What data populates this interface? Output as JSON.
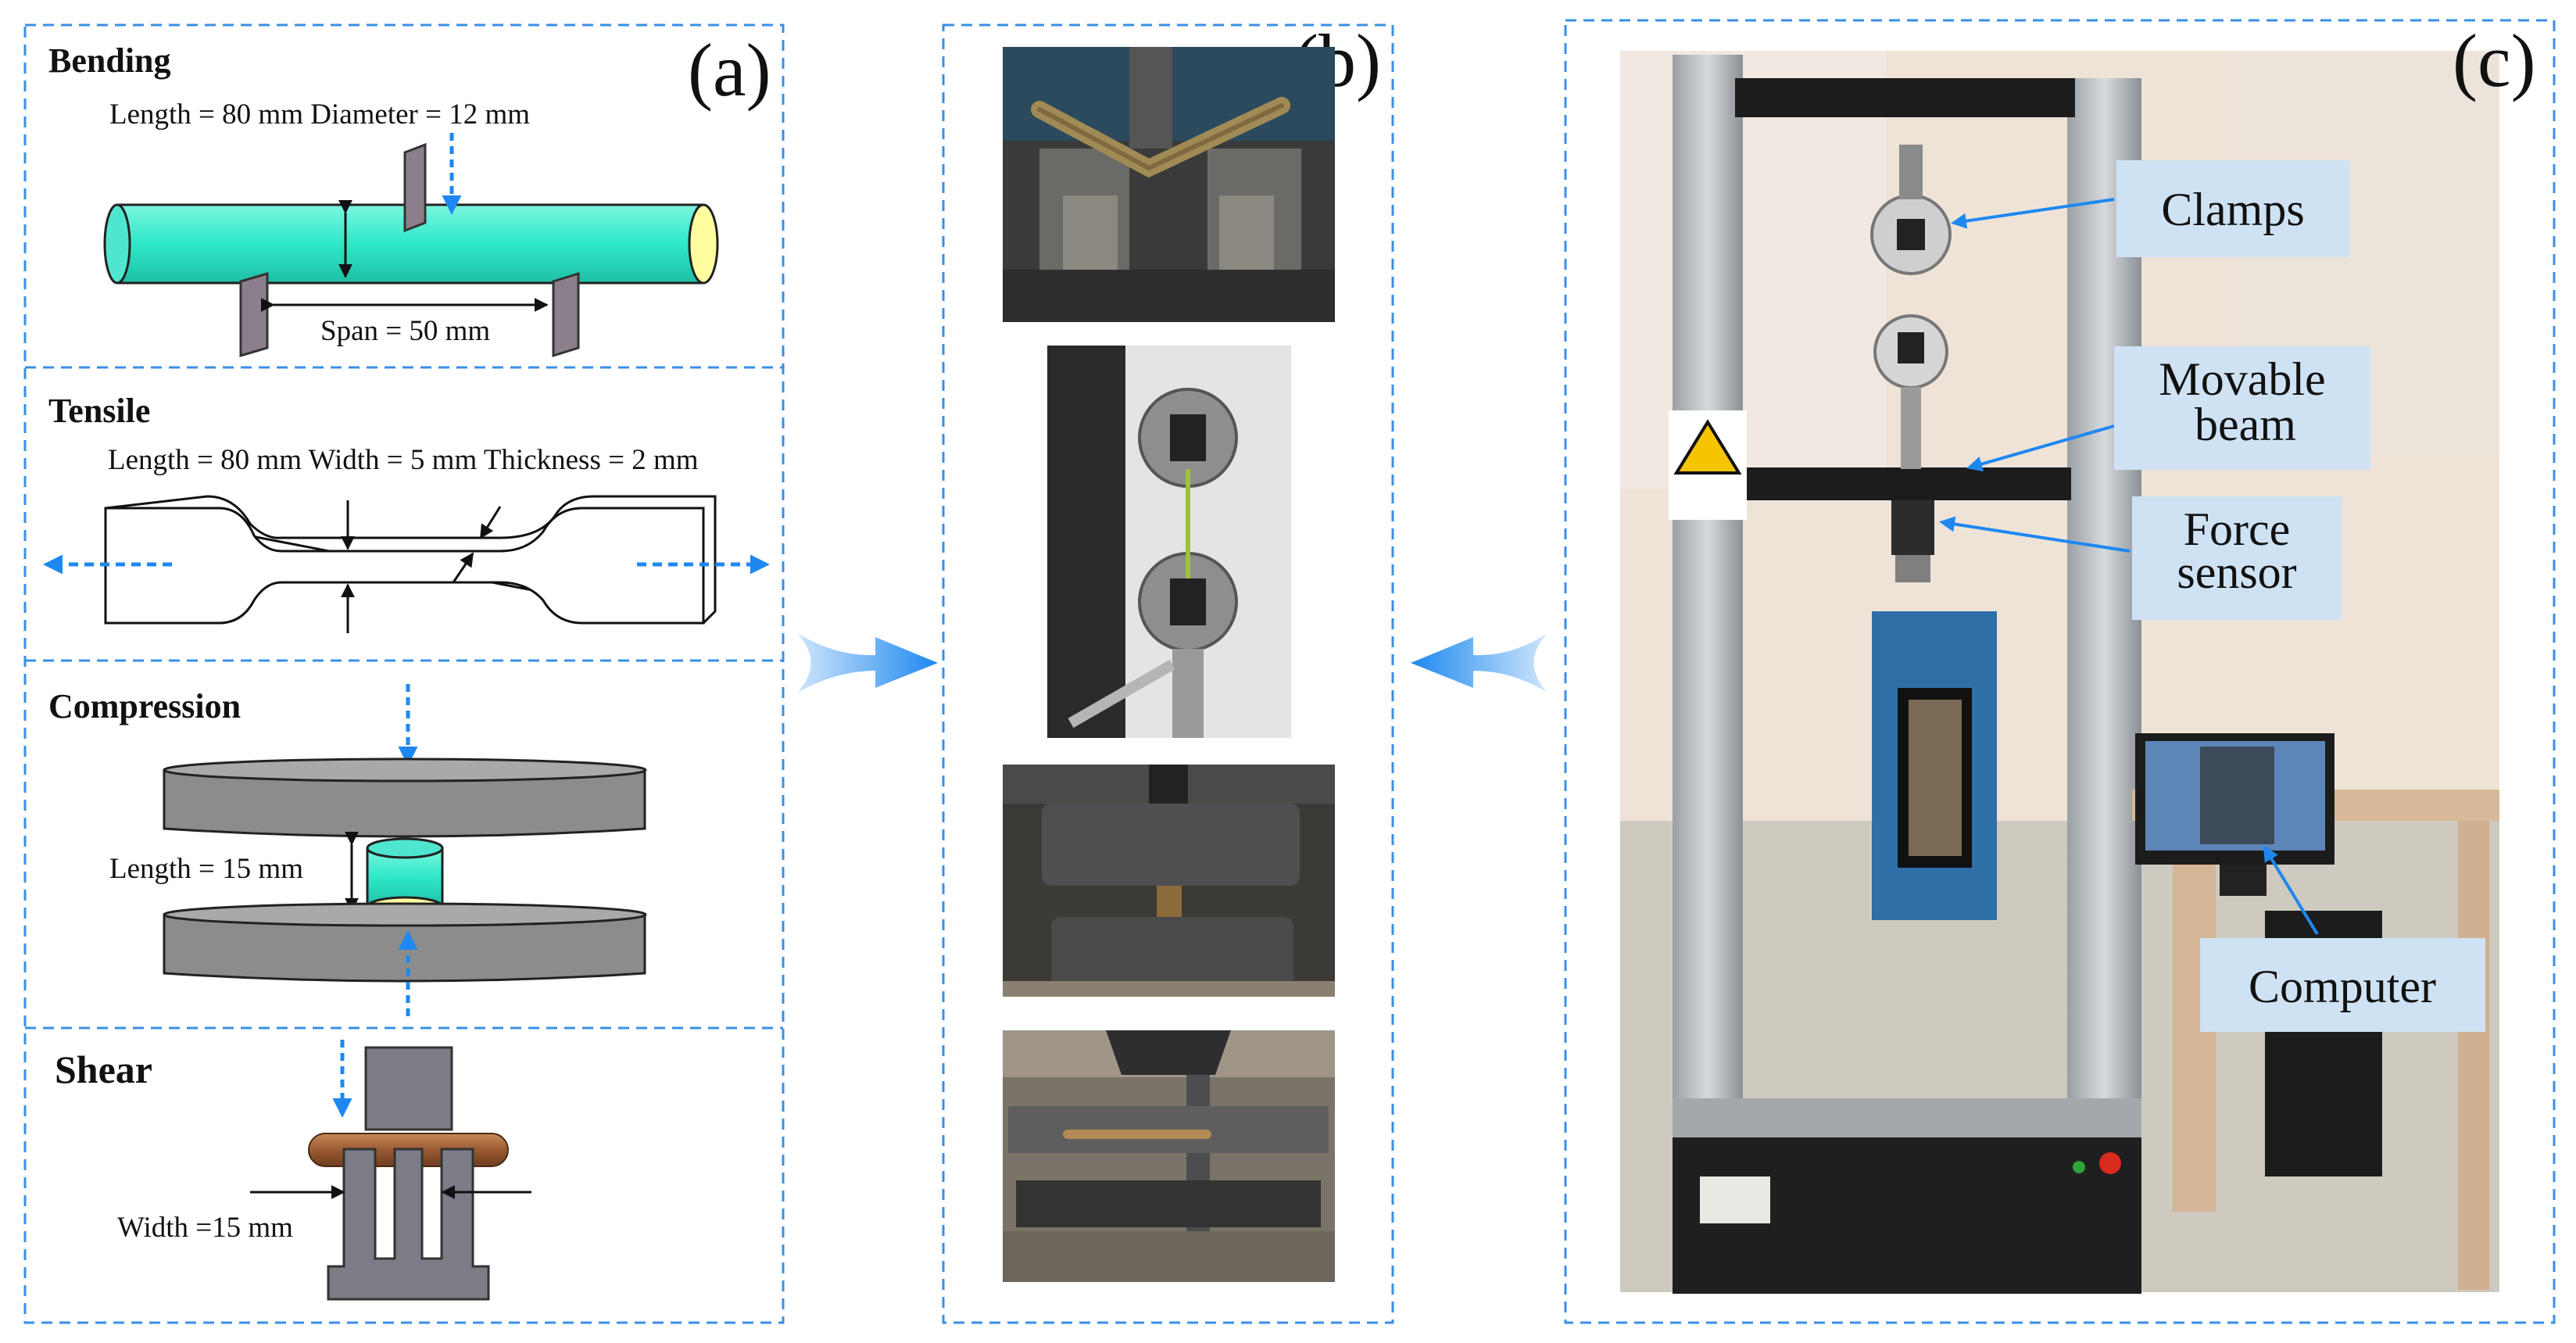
{
  "panels": {
    "a": {
      "tag": "(a)"
    },
    "b": {
      "tag": "(b)"
    },
    "c": {
      "tag": "(c)"
    }
  },
  "bending": {
    "title": "Bending",
    "dims": "Length = 80 mm  Diameter = 12 mm",
    "span": "Span = 50 mm"
  },
  "tensile": {
    "title": "Tensile",
    "dims": "Length = 80 mm  Width = 5 mm  Thickness = 2 mm"
  },
  "compression": {
    "title": "Compression",
    "dims": "Length = 15 mm"
  },
  "shear": {
    "title": "Shear",
    "dims": "Width =15 mm"
  },
  "machine_labels": {
    "clamps": "Clamps",
    "movable_beam_1": "Movable",
    "movable_beam_2": "beam",
    "force_sensor_1": "Force",
    "force_sensor_2": "sensor",
    "computer": "Computer"
  },
  "colors": {
    "dash_border": "#3a8fe6",
    "arrow_blue": "#1e88f0",
    "specimen_green": "#2ee8c8",
    "label_box": "#cfe2f3",
    "platen_gray": "#8c8c8c",
    "blade_gray": "#8a7f8a"
  }
}
